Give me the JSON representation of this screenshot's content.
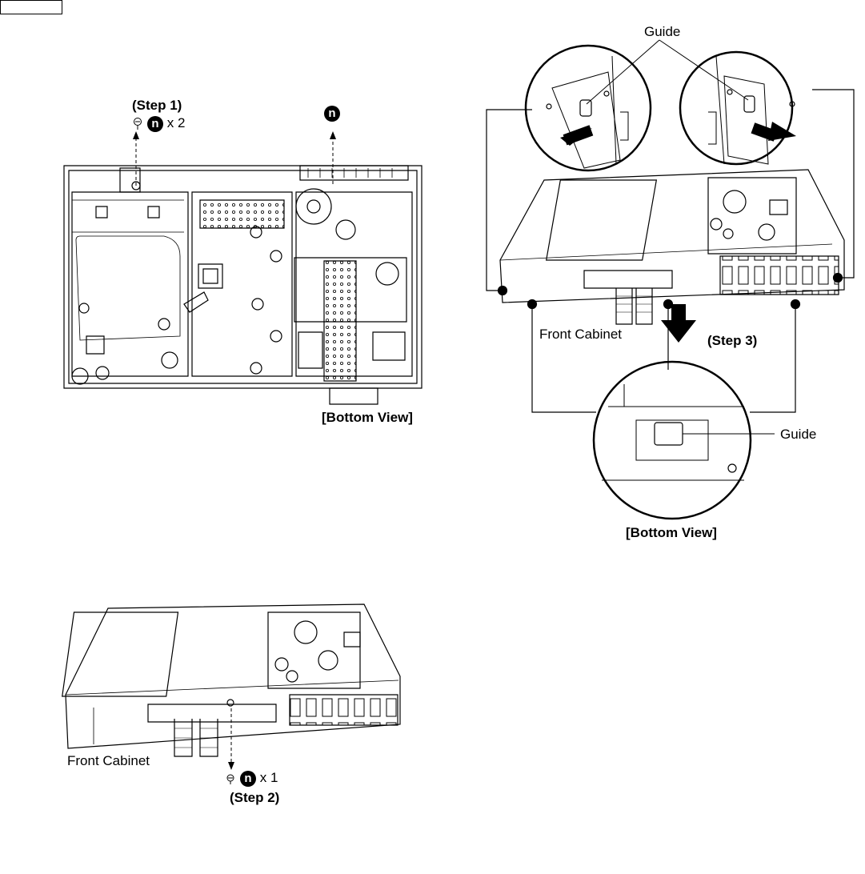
{
  "corner_box": "",
  "screw_symbol": "n",
  "step1": {
    "title": "(Step 1)",
    "qty": "x 2"
  },
  "step2": {
    "title": "(Step 2)",
    "qty": "x 1"
  },
  "step3": {
    "title": "(Step 3)"
  },
  "labels": {
    "guide_top": "Guide",
    "guide_bottom": "Guide",
    "front_cabinet_right": "Front Cabinet",
    "front_cabinet_left": "Front Cabinet",
    "bottom_view_left": "[Bottom View]",
    "bottom_view_right": "[Bottom View]"
  }
}
